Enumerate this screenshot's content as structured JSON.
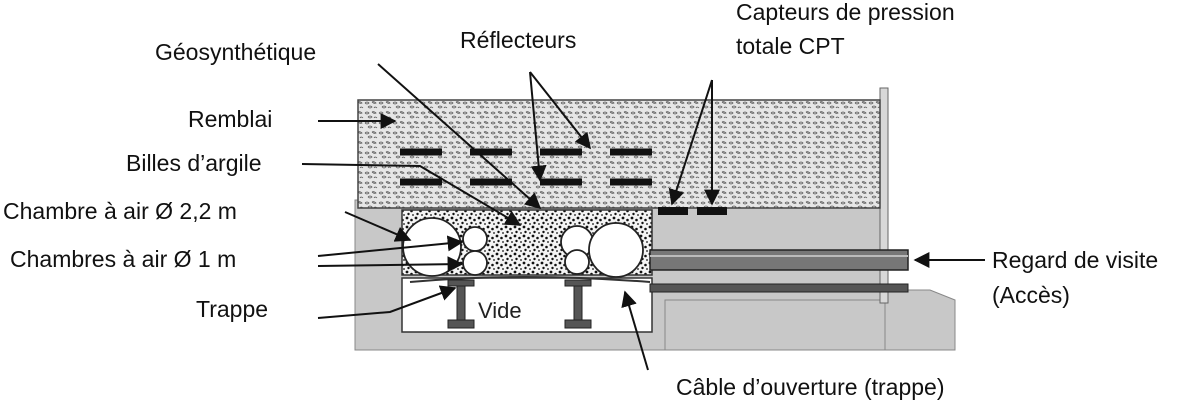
{
  "labels": {
    "geosynthetique": "Géosynthétique",
    "reflecteurs": "Réflecteurs",
    "capteurs_line1": "Capteurs de pression",
    "capteurs_line2": "totale CPT",
    "remblai": "Remblai",
    "billes": "Billes d’argile",
    "chambre_22": "Chambre à air Ø 2,2 m",
    "chambres_1": "Chambres à air Ø 1 m",
    "trappe": "Trappe",
    "regard_line1": "Regard de visite",
    "regard_line2": "(Accès)",
    "cable": "Câble d’ouverture (trappe)",
    "vide": "Vide"
  },
  "colors": {
    "background": "#ffffff",
    "structure_grey": "#c8c8c8",
    "fill_stipple": "#e0e0e0",
    "ink": "#111111"
  }
}
